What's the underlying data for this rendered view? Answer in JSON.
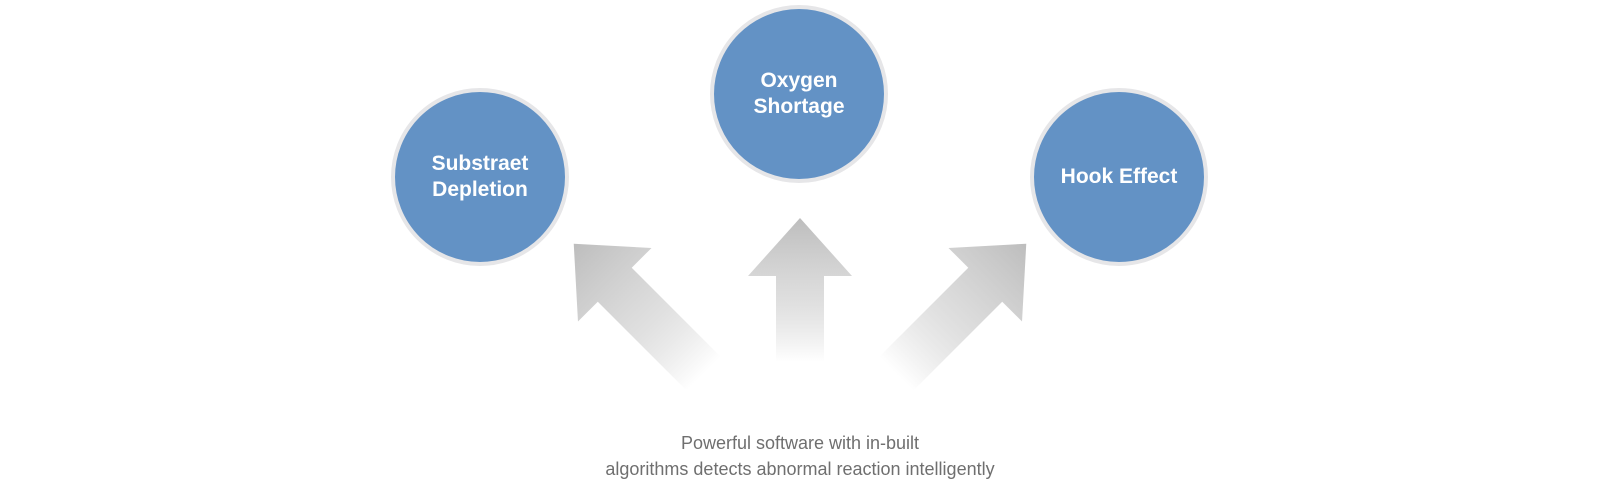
{
  "diagram": {
    "nodes": [
      {
        "id": "substrate",
        "label": "Substraet\nDepletion"
      },
      {
        "id": "oxygen",
        "label": "Oxygen\nShortage"
      },
      {
        "id": "hook",
        "label": "Hook Effect"
      }
    ],
    "caption": {
      "line1": "Powerful software with in-built",
      "line2": "algorithms detects abnormal reaction intelligently"
    },
    "colors": {
      "node_fill": "#6392c5",
      "node_ring": "#e6e6e8",
      "node_text": "#ffffff",
      "arrow_gradient": "#bfbfbf",
      "caption_text": "#6f6f6f"
    }
  }
}
